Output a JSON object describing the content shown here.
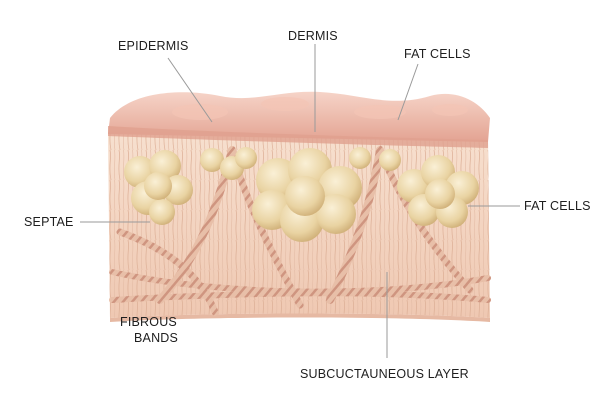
{
  "diagram": {
    "labels": {
      "epidermis": "EPIDERMIS",
      "dermis": "DERMIS",
      "fat_cells_top": "FAT CELLS",
      "septae": "SEPTAE",
      "fat_cells_right": "FAT CELLS",
      "fibrous_bands_line1": "FIBROUS",
      "fibrous_bands_line2": "BANDS",
      "subcutaneous_layer": "SUBCUCTAUNEOUS LAYER"
    },
    "colors": {
      "skin_surface": "#ebb3a4",
      "skin_highlight": "#f6d4c8",
      "tissue": "#f4d6c2",
      "tissue_lines": "#d9a98f",
      "fat": "#e8d2a3",
      "fat_highlight": "#f7ecd0",
      "fat_shadow": "#b8955c",
      "septae": "#e2b49c",
      "septae_stripe": "#c98a72"
    }
  }
}
